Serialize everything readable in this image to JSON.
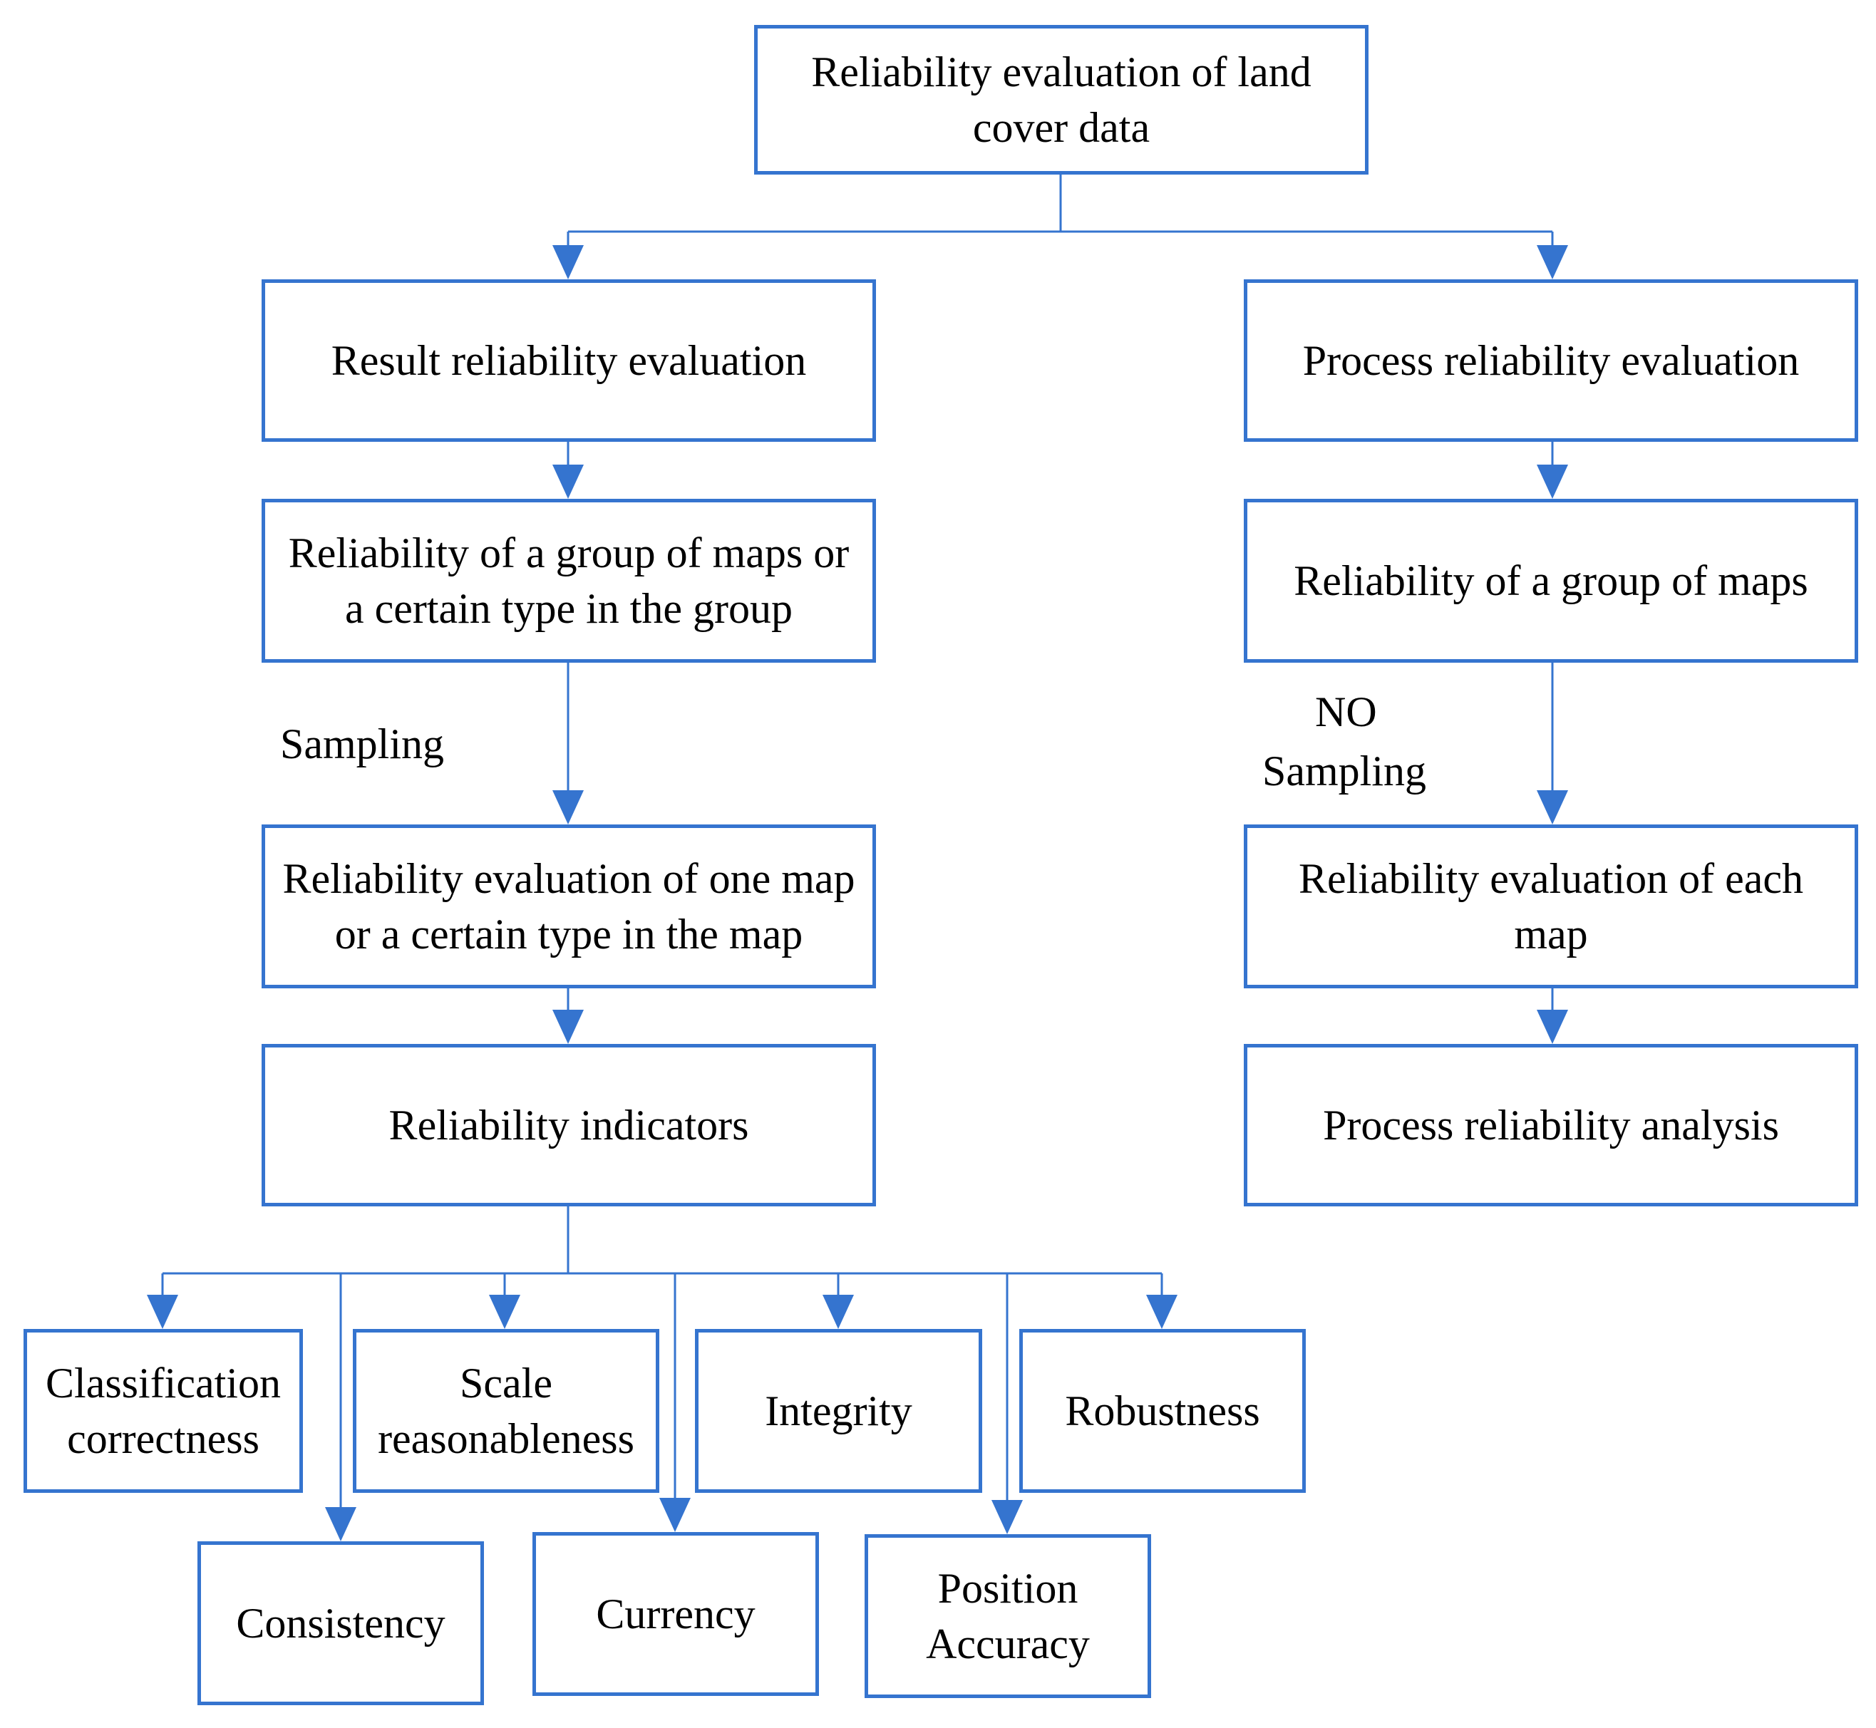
{
  "diagram": {
    "line_color": "#3574cf",
    "nodes": {
      "root": "Reliability evaluation of land cover data",
      "result_eval": "Result reliability evaluation",
      "process_eval": "Process reliability evaluation",
      "result_group": "Reliability of a group of maps or a certain type in the group",
      "process_group": "Reliability of a group of maps",
      "result_one_map": "Reliability evaluation of one map or a certain type in the map",
      "process_each_map": "Reliability evaluation of each map",
      "reliability_indicators": "Reliability indicators",
      "process_analysis": "Process reliability analysis",
      "classification_correctness": "Classification correctness",
      "scale_reasonableness": "Scale reasonableness",
      "integrity": "Integrity",
      "robustness": "Robustness",
      "consistency": "Consistency",
      "currency": "Currency",
      "position_accuracy": "Position Accuracy"
    },
    "edge_labels": {
      "sampling": "Sampling",
      "no": "NO",
      "no_sampling": "Sampling"
    }
  }
}
